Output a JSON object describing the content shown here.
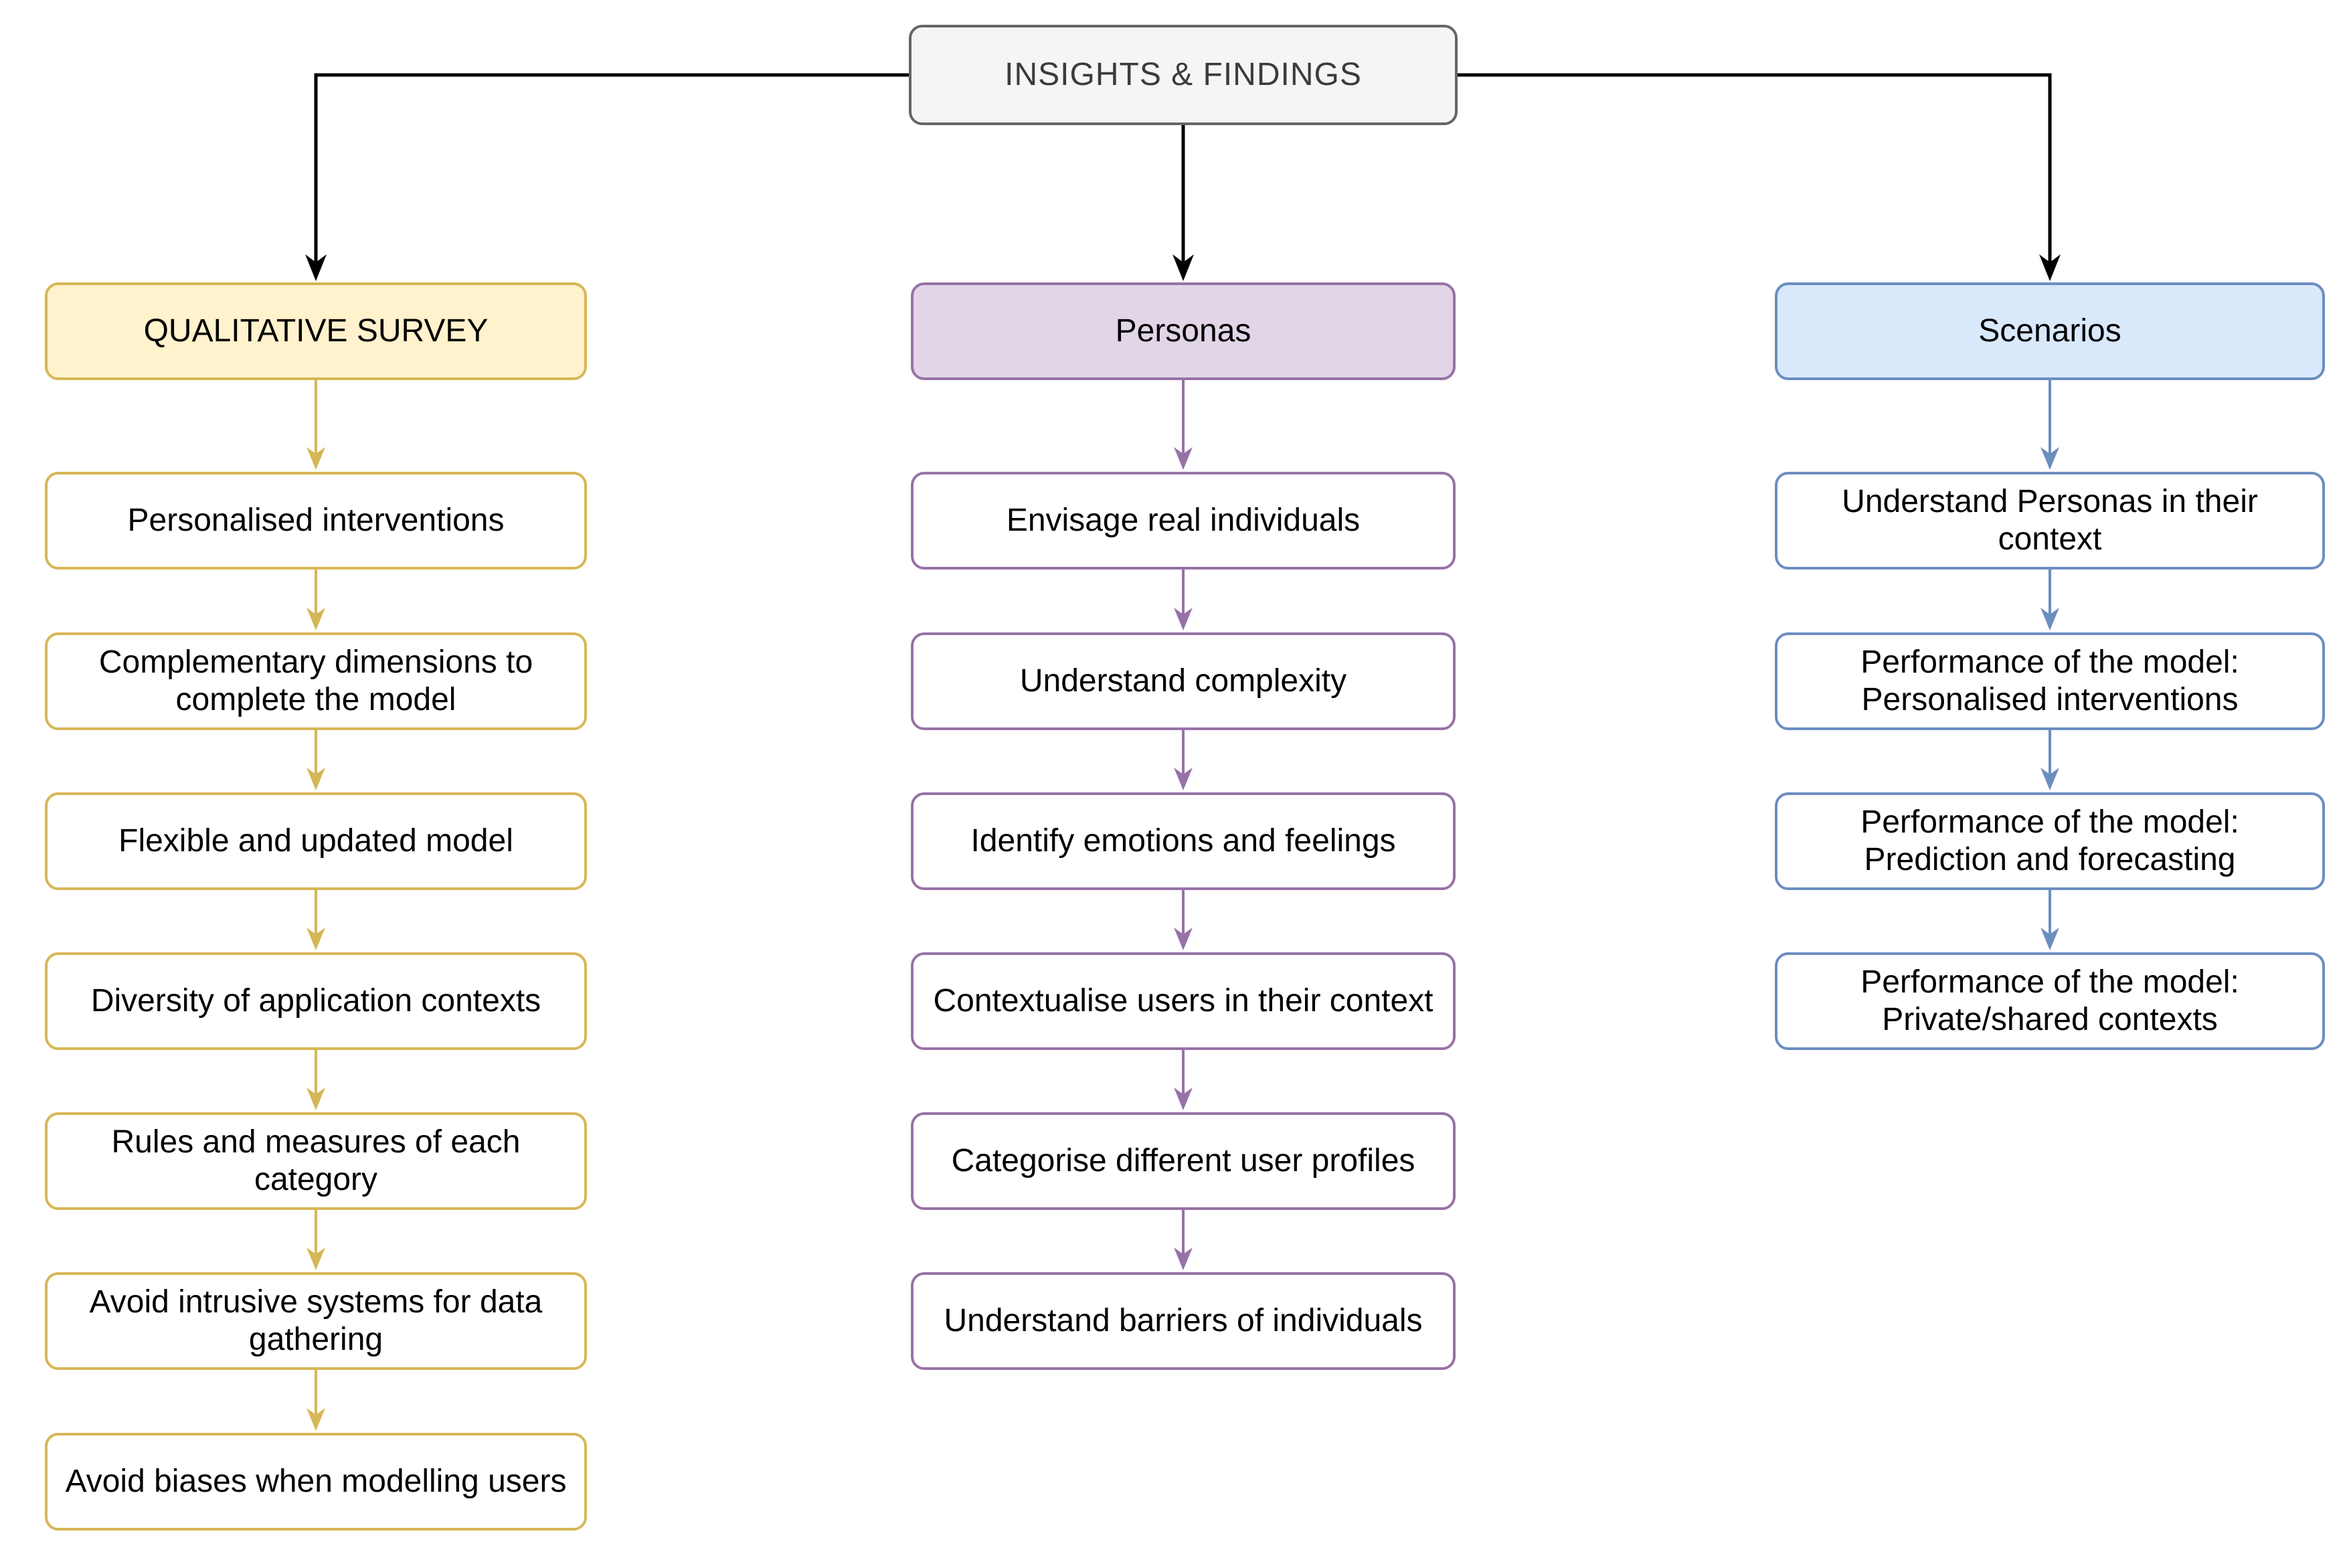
{
  "root": {
    "label": "INSIGHTS & FINDINGS",
    "fill": "#F5F5F5",
    "stroke": "#666666"
  },
  "connector_color": "#000000",
  "columns": [
    {
      "header": "QUALITATIVE SURVEY",
      "fill": "#FFF2CC",
      "stroke": "#D6B656",
      "items": [
        "Personalised interventions",
        "Complementary dimensions  to complete the model",
        "Flexible and updated model",
        "Diversity of application contexts",
        "Rules and measures of each category",
        "Avoid intrusive systems for data  gathering",
        "Avoid biases when modelling users"
      ]
    },
    {
      "header": "Personas",
      "fill": "#E1D5E7",
      "stroke": "#9673A6",
      "items": [
        "Envisage real individuals",
        "Understand complexity",
        "Identify emotions and feelings",
        "Contextualise users in their context",
        "Categorise different user profiles",
        "Understand barriers of individuals"
      ]
    },
    {
      "header": "Scenarios",
      "fill": "#DAE8FC",
      "stroke": "#6C8EBF",
      "items": [
        "Understand Personas in their context",
        "Performance of the model: Personalised interventions",
        "Performance of the model: Prediction and forecasting",
        "Performance of the model: Private/shared contexts"
      ]
    }
  ]
}
